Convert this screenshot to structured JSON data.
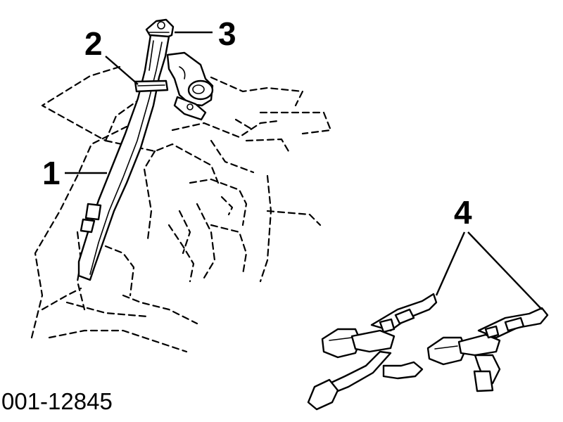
{
  "callouts": {
    "c1": "1",
    "c2": "2",
    "c3": "3",
    "c4": "4"
  },
  "figure_number": "001-12845"
}
